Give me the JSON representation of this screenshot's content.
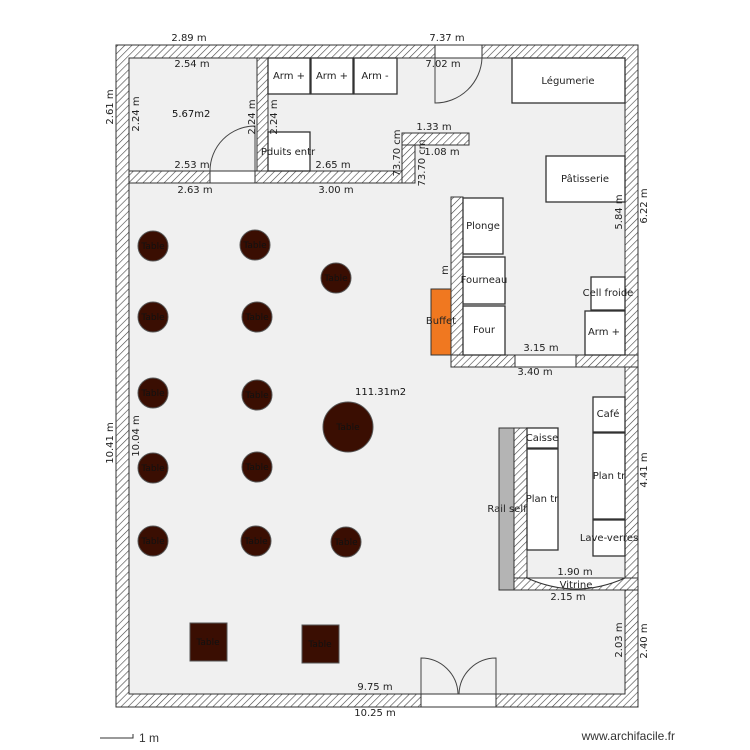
{
  "plan": {
    "areas": {
      "small_room": "5.67m2",
      "main_room": "111.31m2"
    },
    "dimensions": {
      "top_left_outer": "2.89 m",
      "top_left_inner": "2.54 m",
      "left_room_outer_h": "2.61 m",
      "left_room_inner_h": "2.24 m",
      "left_room_inner_h2": "2.24 m",
      "storage_h": "2.24 m",
      "left_room_bottom_inner": "2.53 m",
      "left_room_bottom_outer": "2.63 m",
      "storage_bottom": "2.65 m",
      "storage_bottom_outer": "3.00 m",
      "top_right_outer": "7.37 m",
      "top_right_inner": "7.02 m",
      "partition_outer": "1.33 m",
      "partition_inner": "1.08 m",
      "partition_h1": "73.70 cm",
      "partition_h2": "73.70 cm",
      "kitchen_right_inner": "5.84 m",
      "kitchen_right_outer": "6.22 m",
      "kitchen_bottom_inner": "3.15 m",
      "kitchen_bottom_outer": "3.40 m",
      "kitchen_left": "m",
      "left_outer": "10.41 m",
      "left_inner": "10.04 m",
      "bar_right": "4.41 m",
      "vitrine_inner": "1.90 m",
      "vitrine_outer": "2.15 m",
      "bottom_right_inner": "2.03 m",
      "bottom_right_outer": "2.40 m",
      "bottom_inner": "9.75 m",
      "bottom_outer": "10.25 m"
    },
    "furniture": {
      "arm1": "Arm +",
      "arm2": "Arm +",
      "arm3": "Arm -",
      "produits": "Pduits entr",
      "legumerie": "Légumerie",
      "patisserie": "Pâtisserie",
      "plonge": "Plonge",
      "fourneau": "Fourneau",
      "four": "Four",
      "buffet": "Buffet",
      "cell_froide": "Cell froide",
      "arm4": "Arm +",
      "cafe": "Café",
      "plan_tr_right": "Plan tr",
      "lave_verres": "Lave-verres",
      "caisse": "Caisse",
      "plan_tr_left": "Plan tr",
      "rail_self": "Rail self",
      "vitrine": "Vitrine"
    },
    "table_label": "Table",
    "round_tables": [
      "Table",
      "Table",
      "Table",
      "Table",
      "Table",
      "Table",
      "Table",
      "Table",
      "Table",
      "Table",
      "Table",
      "Table",
      "Table"
    ],
    "square_tables": [
      "Table",
      "Table"
    ]
  },
  "footer": {
    "scale": "1 m",
    "site": "www.archifacile.fr"
  },
  "colors": {
    "wall": "#333333",
    "floor": "#f0f0f0",
    "table": "#3a0e02",
    "buffet": "#f07820",
    "rail": "#b4b4b4"
  }
}
